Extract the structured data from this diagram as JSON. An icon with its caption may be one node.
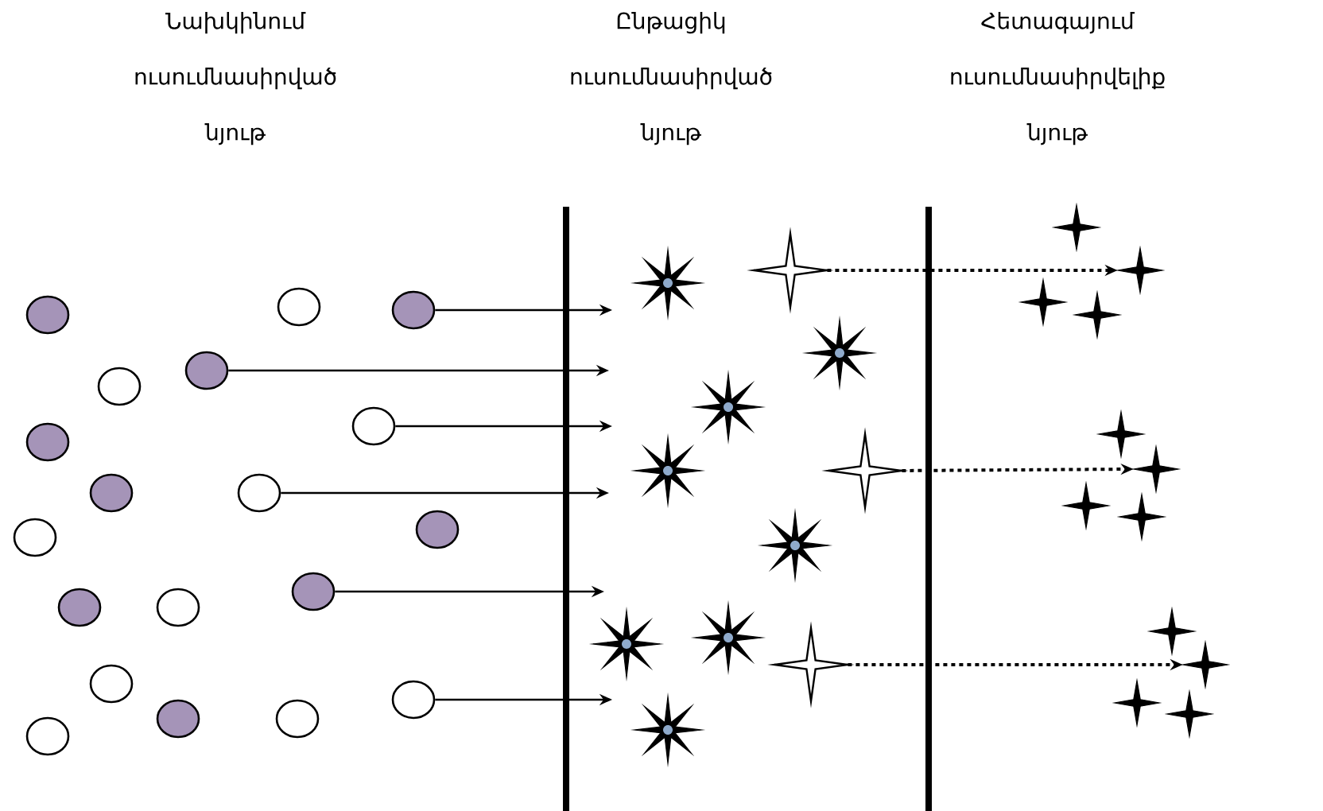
{
  "diagram": {
    "nodes": [
      {
        "text": [],
        "shape": "circle"
      },
      {
        "text": [],
        "shape": "circle"
      },
      {
        "text": [],
        "shape": "circle"
      },
      {
        "text": [],
        "shape": "circle"
      },
      {
        "text": [],
        "shape": "circle"
      },
      {
        "text": [],
        "shape": "circle"
      },
      {
        "text": [],
        "shape": "circle"
      },
      {
        "text": [],
        "shape": "circle"
      },
      {
        "text": [],
        "shape": "circle"
      },
      {
        "text": [],
        "shape": "circle"
      },
      {
        "text": [],
        "shape": "circle"
      },
      {
        "text": [],
        "shape": "circle"
      },
      {
        "text": [],
        "shape": "circle"
      },
      {
        "text": [],
        "shape": "circle"
      },
      {
        "text": [],
        "shape": "circle"
      },
      {
        "text": [],
        "shape": "circle"
      },
      {
        "text": [],
        "shape": "circle"
      },
      {
        "text": [],
        "shape": "circle"
      },
      {
        "text": [],
        "shape": "circle"
      },
      {
        "text": [],
        "shape": "star"
      },
      {
        "text": [],
        "shape": "star"
      },
      {
        "text": [],
        "shape": "star"
      },
      {
        "text": [],
        "shape": "star"
      },
      {
        "text": [],
        "shape": "star"
      },
      {
        "text": [],
        "shape": "star"
      },
      {
        "text": [],
        "shape": "star"
      },
      {
        "text": [],
        "shape": "star"
      },
      {
        "text": [],
        "shape": "star"
      },
      {
        "text": [],
        "shape": "star"
      },
      {
        "text": [],
        "shape": "star"
      },
      {
        "text": [],
        "shape": "star"
      },
      {
        "text": [],
        "shape": "star"
      },
      {
        "text": [],
        "shape": "star"
      },
      {
        "text": [],
        "shape": "star"
      },
      {
        "text": [],
        "shape": "star"
      },
      {
        "text": [],
        "shape": "star"
      },
      {
        "text": [],
        "shape": "star"
      },
      {
        "text": [],
        "shape": "star"
      },
      {
        "text": [],
        "shape": "star"
      },
      {
        "text": [],
        "shape": "star"
      },
      {
        "text": [],
        "shape": "star"
      },
      {
        "text": [],
        "shape": "star"
      }
    ],
    "edges": [
      {
        "from": 1,
        "to": null,
        "arrow": "to"
      },
      {
        "from": 3,
        "to": null,
        "arrow": "to"
      },
      {
        "from": 5,
        "to": null,
        "arrow": "to"
      },
      {
        "from": 8,
        "to": null,
        "arrow": "to"
      },
      {
        "from": 11,
        "to": null,
        "arrow": "to"
      },
      {
        "from": 15,
        "to": null,
        "arrow": "to"
      },
      {
        "from": 19,
        "to": 31,
        "arrow": "to",
        "style": "dashed"
      },
      {
        "from": 24,
        "to": 35,
        "arrow": "to",
        "style": "dashed"
      },
      {
        "from": 28,
        "to": 39,
        "arrow": "to",
        "style": "dashed"
      }
    ],
    "labels": [
      "Նախկինում ուսումնասիրված նյութ",
      "Ընթացիկ ուսումնասիրված նյութ",
      "Հետագայում ուսումնասիրվելիք նյութ"
    ]
  }
}
